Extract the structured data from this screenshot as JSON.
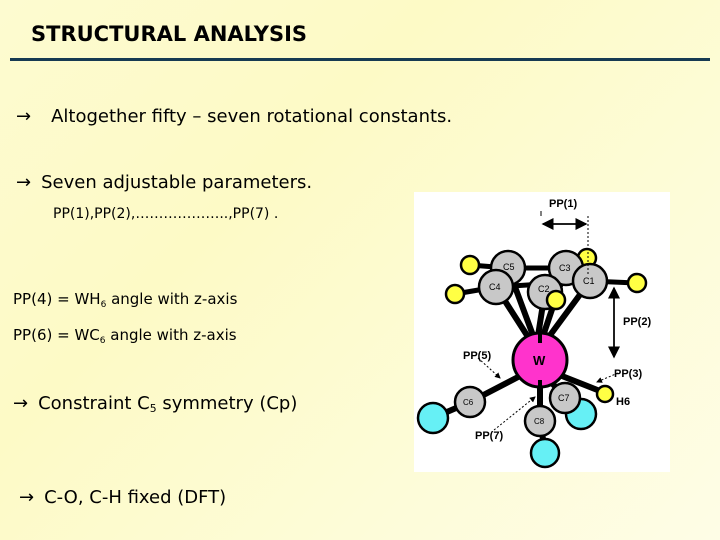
{
  "slide": {
    "title": "STRUCTURAL ANALYSIS",
    "colors": {
      "rule": "#163a52",
      "background": "#fdfbd0",
      "tungsten": "#ff33cc",
      "carbon": "#c8c8c8",
      "hydrogen": "#ffff44",
      "oxygen": "#66f0f5"
    },
    "bullets": [
      {
        "icon": "arrow-right-icon",
        "text": "Altogether fifty – seven rotational constants."
      },
      {
        "icon": "arrow-right-icon",
        "text": "Seven adjustable parameters."
      }
    ],
    "params_line": "PP(1),PP(2),………………..,PP(7) .",
    "pp4": {
      "lhs": "PP(4) = WH",
      "sub": "6",
      "rhs": " angle with z-axis"
    },
    "pp6": {
      "lhs": "PP(6) = WC",
      "sub": "6",
      "rhs": " angle with z-axis"
    },
    "constraint": {
      "icon": "arrow-right-icon",
      "pre": "Constraint C",
      "sub": "5",
      "post": " symmetry (Cp)"
    },
    "fixed": {
      "icon": "arrow-right-icon",
      "text": "C-O, C-H fixed (DFT)"
    },
    "arrow_glyph": "→"
  },
  "diagram": {
    "labels": {
      "pp1": "PP(1)",
      "pp2": "PP(2)",
      "pp3": "PP(3)",
      "pp5": "PP(5)",
      "pp7": "PP(7)",
      "w": "W",
      "h6": "H6",
      "c1": "C1",
      "c2": "C2",
      "c3": "C3",
      "c4": "C4",
      "c5": "C5",
      "c6": "C6",
      "c7": "C7",
      "c8": "C8"
    }
  }
}
